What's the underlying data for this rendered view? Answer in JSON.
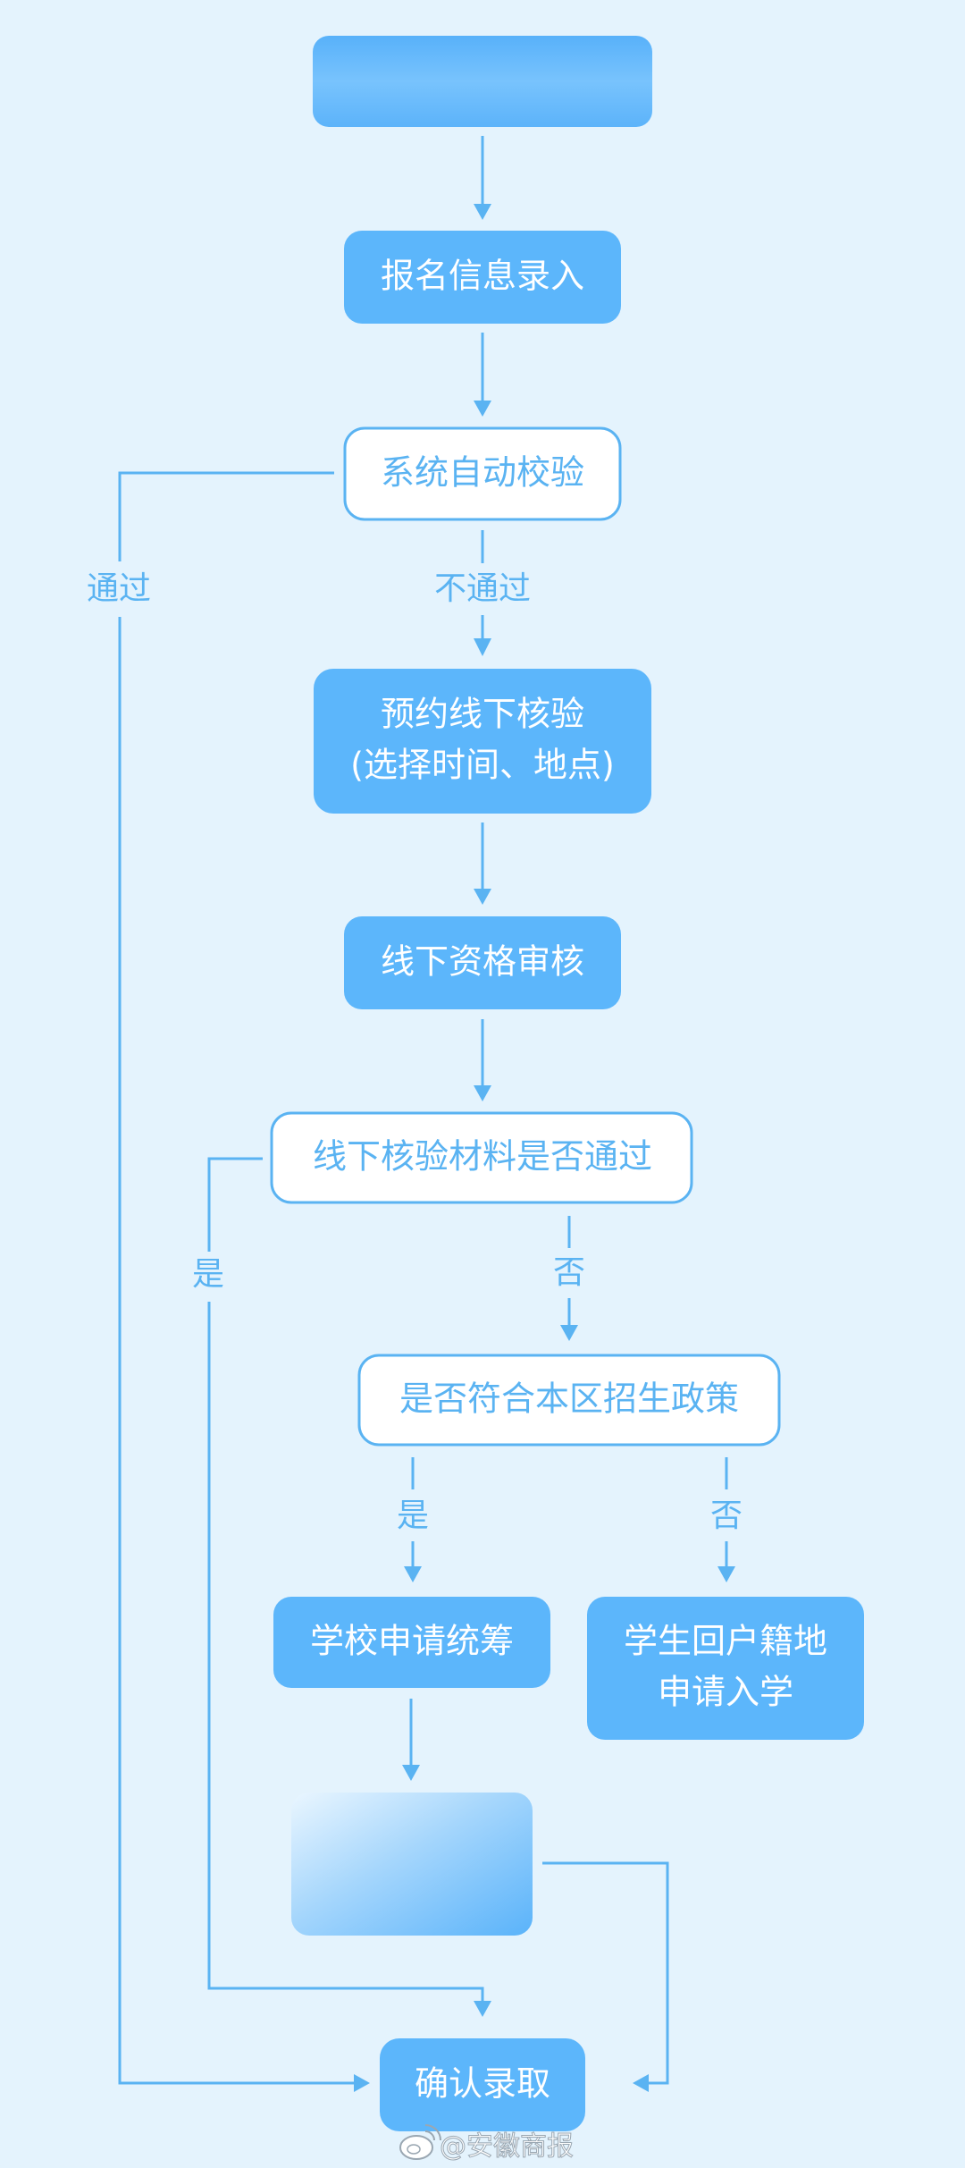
{
  "diagram": {
    "title": "",
    "colors": {
      "background": "#e4f3fd",
      "accent": "#5ab3f2",
      "box_fill": "#5cb6fb",
      "outline_box_fill": "#ffffff",
      "text_light": "#ffffff"
    },
    "nodes": {
      "top_blank": {
        "lines": []
      },
      "entry": {
        "lines": [
          "报名信息录入"
        ]
      },
      "auto_check": {
        "lines": [
          "系统自动校验"
        ]
      },
      "appointment": {
        "lines": [
          "预约线下核验",
          "(选择时间、地点)"
        ]
      },
      "offline_review": {
        "lines": [
          "线下资格审核"
        ]
      },
      "material_check": {
        "lines": [
          "线下核验材料是否通过"
        ]
      },
      "policy_check": {
        "lines": [
          "是否符合本区招生政策"
        ]
      },
      "school_coord": {
        "lines": [
          "学校申请统筹"
        ]
      },
      "return_home": {
        "lines": [
          "学生回户籍地",
          "申请入学"
        ]
      },
      "blank_result": {
        "lines": []
      },
      "confirm": {
        "lines": [
          "确认录取"
        ]
      }
    },
    "edge_labels": {
      "auto_pass": "通过",
      "auto_fail": "不通过",
      "material_yes": "是",
      "material_no": "否",
      "policy_yes": "是",
      "policy_no": "否"
    },
    "watermark": "@安徽商报"
  }
}
